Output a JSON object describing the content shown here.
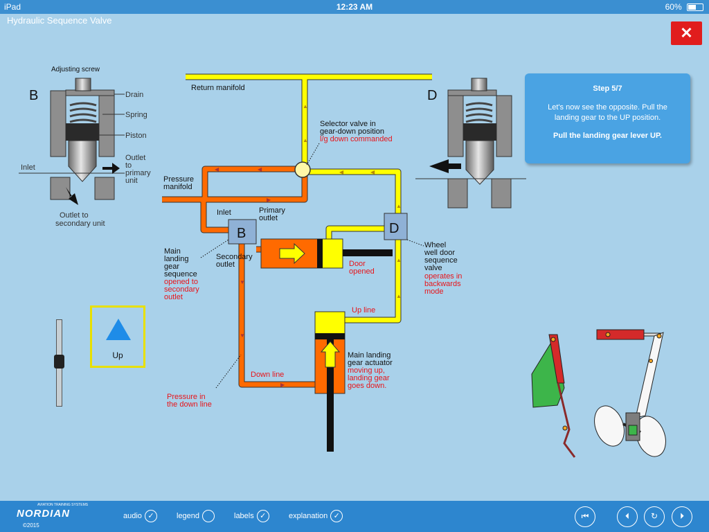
{
  "status_bar": {
    "device": "iPad",
    "time": "12:23 AM",
    "battery": "60%",
    "battery_level": 0.6
  },
  "app": {
    "title": "Hydraulic Sequence Valve",
    "close_symbol": "✕"
  },
  "step_panel": {
    "step": "Step 5/7",
    "text": "Let's now see the opposite. Pull the landing gear to the UP position.",
    "action": "Pull the landing gear lever UP."
  },
  "valve_b": {
    "letter": "B",
    "adjusting_screw": "Adjusting screw",
    "drain": "Drain",
    "spring": "Spring",
    "piston": "Piston",
    "outlet_primary": [
      "Outlet",
      "to",
      "primary",
      "unit"
    ],
    "inlet": "Inlet",
    "outlet_secondary": [
      "Outlet to",
      "secondary unit"
    ]
  },
  "valve_d": {
    "letter": "D"
  },
  "schematic": {
    "return_manifold": "Return manifold",
    "selector_valve": [
      "Selector valve in",
      "gear-down position"
    ],
    "selector_state": "l/g down commanded",
    "pressure_manifold": [
      "Pressure",
      "manifold"
    ],
    "inlet": "Inlet",
    "primary_outlet": [
      "Primary",
      "outlet"
    ],
    "secondary_outlet": [
      "Secondary",
      "outlet"
    ],
    "valve_b": "B",
    "valve_d": "D",
    "main_gear_seq": [
      "Main",
      "landing",
      "gear",
      "sequence"
    ],
    "main_gear_seq_state": [
      "opened to",
      "secondary",
      "outlet"
    ],
    "door": [
      "Door",
      "opened"
    ],
    "wheel_door_seq": [
      "Wheel",
      "well door",
      "sequence",
      "valve"
    ],
    "wheel_door_seq_state": [
      "operates in",
      "backwards",
      "mode"
    ],
    "up_line": "Up line",
    "down_line": "Down line",
    "pressure_down": [
      "Pressure in",
      "the down line"
    ],
    "actuator": [
      "Main landing",
      "gear actuator"
    ],
    "actuator_state": [
      "moving up,",
      "landing gear",
      "goes down."
    ]
  },
  "gear_lever": {
    "label": "Up"
  },
  "bottom_bar": {
    "logo": "NORDIAN",
    "logo_tagline": "AVIATION TRAINING SYSTEMS",
    "copyright": "©2015",
    "options": [
      {
        "label": "audio",
        "checked": true
      },
      {
        "label": "legend",
        "checked": false
      },
      {
        "label": "labels",
        "checked": true
      },
      {
        "label": "explanation",
        "checked": true
      }
    ],
    "nav_icons": [
      "rewind-icon",
      "previous-icon",
      "replay-icon",
      "next-icon"
    ]
  },
  "colors": {
    "pressure": "#ff6a00",
    "return": "#ffff00",
    "label_state": "#e8141a",
    "accent": "#2d86cf",
    "close": "#e11d1d"
  }
}
